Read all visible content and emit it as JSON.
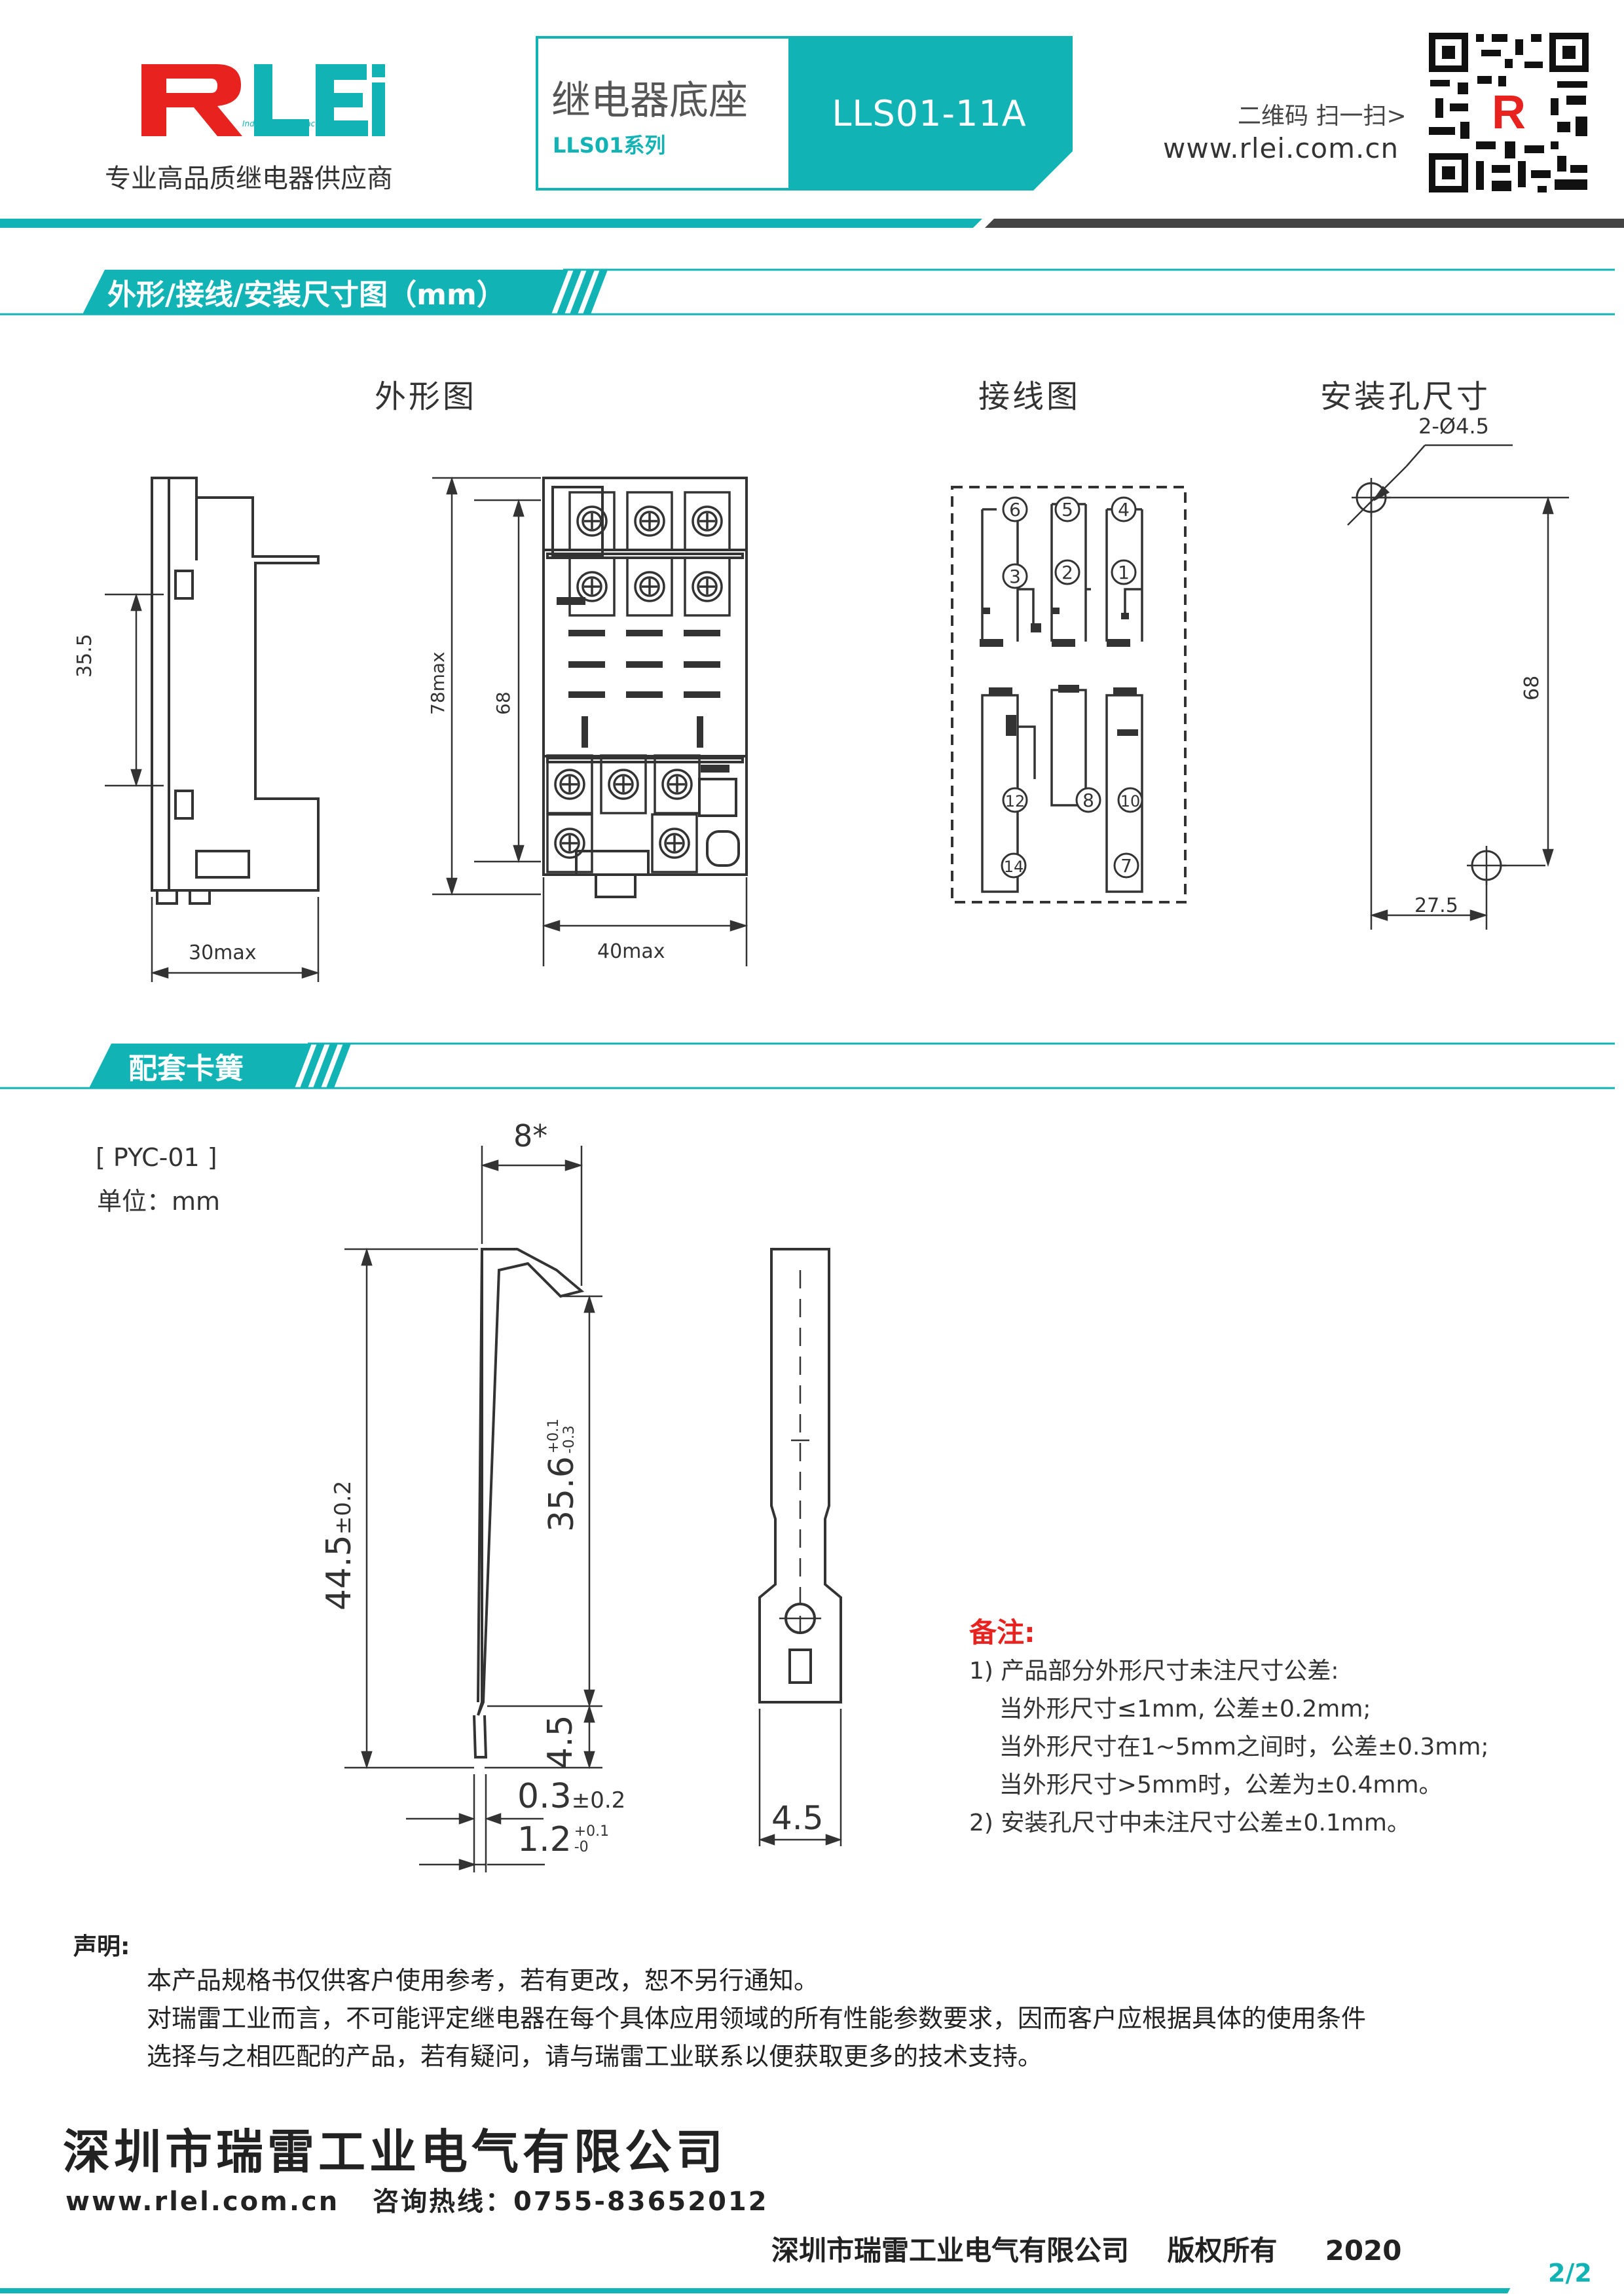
{
  "header": {
    "logo_text": "RLEi",
    "logo_tagline": "Industrial Manufacturing Expert",
    "slogan": "专业高品质继电器供应商",
    "product_category": "继电器底座",
    "series": "LLS01系列",
    "model": "LLS01-11A",
    "qr_prompt": "二维码 扫一扫>",
    "website": "www.rlei.com.cn",
    "qr_logo_letter": "R"
  },
  "section1": {
    "title": "外形/接线/安装尺寸图（mm）",
    "outline_title": "外形图",
    "wiring_title": "接线图",
    "mounting_title": "安装孔尺寸",
    "dims": {
      "side_height": "35.5",
      "side_width": "30max",
      "front_height_max": "78max",
      "front_height": "68",
      "front_width": "40max",
      "hole_spec": "2-Ø4.5",
      "hole_vertical": "68",
      "hole_horizontal": "27.5"
    },
    "terminals": [
      "6",
      "5",
      "4",
      "3",
      "2",
      "1",
      "12",
      "8",
      "10",
      "14",
      "7"
    ],
    "colors": {
      "accent": "#12b3b5",
      "line": "#333333"
    }
  },
  "section2": {
    "title": "配套卡簧",
    "part_code": "[ PYC-01 ]",
    "unit": "单位：mm",
    "dims": {
      "width_top": "8*",
      "length": "44.5",
      "length_tol": "±0.2",
      "inner_length": "35.6",
      "inner_tol_plus": "+0.1",
      "inner_tol_minus": "-0.3",
      "hook_len": "4.5",
      "thickness": "0.3",
      "thickness_tol": "±0.2",
      "foot": "1.2",
      "foot_tol_plus": "+0.1",
      "foot_tol_minus": "-0",
      "width_bottom": "4.5"
    }
  },
  "notes": {
    "title": "备注:",
    "lines": [
      "1) 产品部分外形尺寸未注尺寸公差:",
      "    当外形尺寸≤1mm, 公差±0.2mm;",
      "    当外形尺寸在1~5mm之间时，公差±0.3mm;",
      "    当外形尺寸>5mm时，公差为±0.4mm。",
      "2) 安装孔尺寸中未注尺寸公差±0.1mm。"
    ],
    "title_color": "#e8231f"
  },
  "declaration": {
    "title": "声明:",
    "lines": [
      "本产品规格书仅供客户使用参考，若有更改，恕不另行通知。",
      "对瑞雷工业而言，不可能评定继电器在每个具体应用领域的所有性能参数要求，因而客户应根据具体的使用条件",
      "选择与之相匹配的产品，若有疑问，请与瑞雷工业联系以便获取更多的技术支持。"
    ]
  },
  "footer": {
    "company": "深圳市瑞雷工业电气有限公司",
    "contact": "www.rlel.com.cn   咨询热线：0755-83652012",
    "copyright": "深圳市瑞雷工业电气有限公司    版权所有     2020",
    "page": "2/2"
  }
}
